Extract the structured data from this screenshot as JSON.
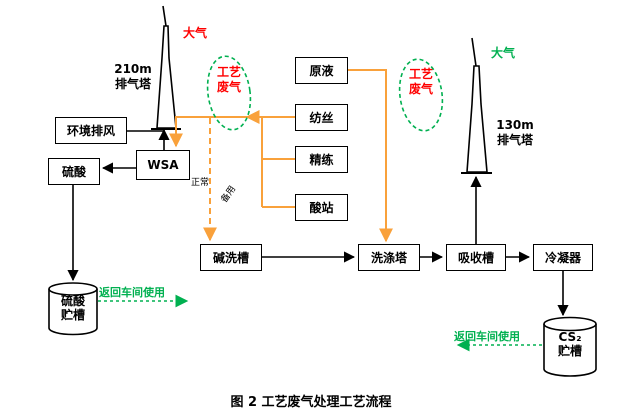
{
  "caption": "图 2  工艺废气处理工艺流程",
  "colors": {
    "orange": "#F9A13B",
    "green": "#00B050",
    "red": "#FF0000",
    "line": "#000000"
  },
  "boxes": {
    "env_exhaust": "环境排风",
    "sulfuric_acid": "硫酸",
    "wsa": "WSA",
    "raw_liquid": "原液",
    "spinning": "纺丝",
    "refining": "精练",
    "acid_station": "酸站",
    "alkali_wash_tank": "碱洗槽",
    "washing_tower": "洗涤塔",
    "absorption_tank": "吸收槽",
    "condenser": "冷凝器"
  },
  "tanks": {
    "sulfuric_line1": "硫酸",
    "sulfuric_line2": "贮槽",
    "cs2_line1": "CS₂",
    "cs2_line2": "贮槽"
  },
  "stacks": {
    "left_height": "210m",
    "left_name": "排气塔",
    "left_atmosphere": "大气",
    "right_height": "130m",
    "right_name": "排气塔",
    "right_atmosphere": "大气"
  },
  "annotations": {
    "process_gas_l1": "工艺",
    "process_gas_l2": "废气",
    "normal": "正常",
    "standby": "备用",
    "return_left": "返回车间使用",
    "return_right": "返回车间使用"
  }
}
